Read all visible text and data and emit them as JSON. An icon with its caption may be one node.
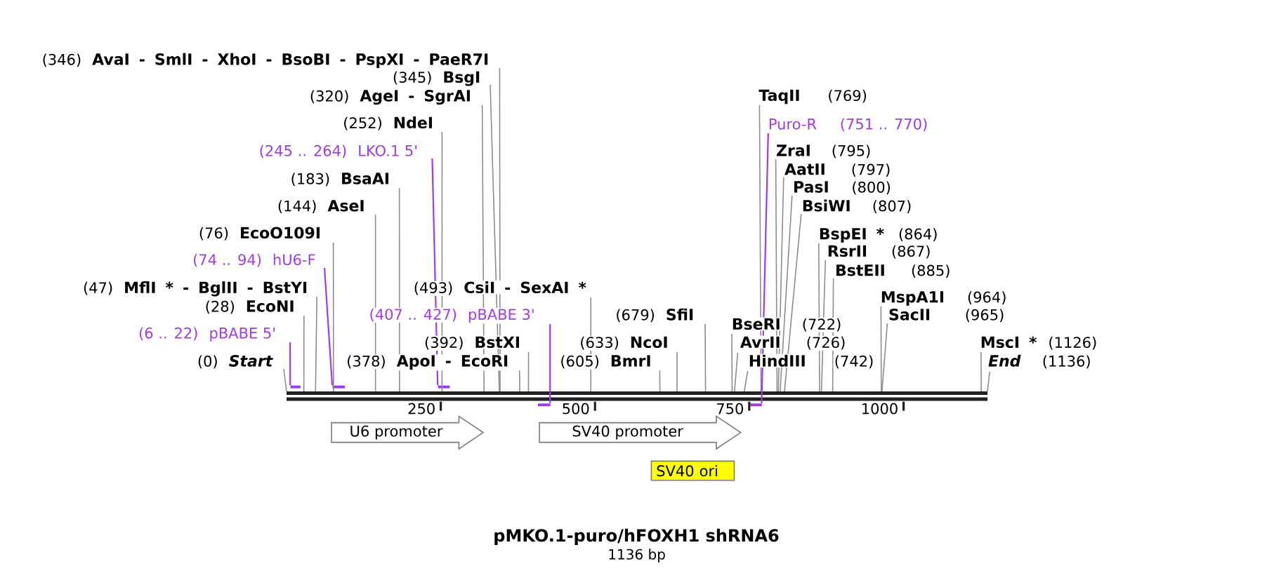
{
  "diagram": {
    "title": "pMKO.1-puro/hFOXH1 shRNA6",
    "nodes": [
      {
        "text": [
          "(346)",
          "AvaI - SmlI - XhoI - BsoBI - PspXI - PaeR7I"
        ]
      },
      {
        "text": [
          "(345)",
          "BsgI"
        ]
      },
      {
        "text": [
          "(320)",
          "AgeI - SgrAI"
        ]
      },
      {
        "text": [
          "TaqII",
          "(769)"
        ]
      },
      {
        "text": [
          "(252)",
          "NdeI"
        ]
      },
      {
        "text": [
          "Puro-R",
          "(751 .. 770)"
        ]
      },
      {
        "text": [
          "(245 .. 264)",
          "LKO.1 5'"
        ]
      },
      {
        "text": [
          "ZraI",
          "(795)"
        ]
      },
      {
        "text": [
          "AatII",
          "(797)"
        ]
      },
      {
        "text": [
          "(183)",
          "BsaAI"
        ]
      },
      {
        "text": [
          "PasI",
          "(800)"
        ]
      },
      {
        "text": [
          "(144)",
          "AseI"
        ]
      },
      {
        "text": [
          "BsiWI",
          "(807)"
        ]
      },
      {
        "text": [
          "(76)",
          "EcoO109I"
        ]
      },
      {
        "text": [
          "BspEI *",
          "(864)"
        ]
      },
      {
        "text": [
          "RsrII",
          "(867)"
        ]
      },
      {
        "text": [
          "(74 .. 94)",
          "hU6-F"
        ]
      },
      {
        "text": [
          "BstEII",
          "(885)"
        ]
      },
      {
        "text": [
          "(47)",
          "MflI * - BglII - BstYI"
        ]
      },
      {
        "text": [
          "(493)",
          "CsiI - SexAI *"
        ]
      },
      {
        "text": [
          "MspA1I",
          "(964)"
        ]
      },
      {
        "text": [
          "(28)",
          "EcoNI"
        ]
      },
      {
        "text": [
          "(407 .. 427)",
          "pBABE 3'"
        ]
      },
      {
        "text": [
          "(679)",
          "SfiI"
        ]
      },
      {
        "text": [
          "SacII",
          "(965)"
        ]
      },
      {
        "text": [
          "BseRI",
          "(722)"
        ]
      },
      {
        "text": [
          "(6 .. 22)",
          "pBABE 5'"
        ]
      },
      {
        "text": [
          "(392)",
          "BstXI"
        ]
      },
      {
        "text": [
          "(633)",
          "NcoI"
        ]
      },
      {
        "text": [
          "AvrII",
          "(726)"
        ]
      },
      {
        "text": [
          "MscI *",
          "(1126)"
        ]
      },
      {
        "text": [
          "(0)",
          "Start"
        ]
      },
      {
        "text": [
          "(378)",
          "ApoI - EcoRI"
        ]
      },
      {
        "text": [
          "(605)",
          "BmrI"
        ]
      },
      {
        "text": [
          "HindIII",
          "(742)"
        ]
      },
      {
        "text": [
          "End",
          "(1136)"
        ]
      },
      {
        "text": [],
        "shape": "bar"
      },
      {
        "text": [],
        "shape": "bar"
      },
      {
        "text": [],
        "shape": "bar"
      },
      {
        "text": [],
        "shape": "bar"
      },
      {
        "text": [],
        "shape": "bar"
      },
      {
        "text": [],
        "shape": "bar"
      },
      {
        "text": [
          "U6 promoter"
        ]
      },
      {
        "text": [
          "SV40 promoter"
        ]
      },
      {
        "text": [
          "SV40 ori"
        ]
      }
    ],
    "edges": [
      {
        "from": 0,
        "to": 36,
        "arrow": "none"
      },
      {
        "from": 1,
        "to": 36,
        "arrow": "none"
      },
      {
        "from": 2,
        "to": 36,
        "arrow": "none"
      },
      {
        "from": 3,
        "to": 36,
        "arrow": "none"
      },
      {
        "from": 4,
        "to": 36,
        "arrow": "none"
      },
      {
        "from": 5,
        "to": 41,
        "arrow": "none",
        "color": "#a03ce6"
      },
      {
        "from": 6,
        "to": 39,
        "arrow": "none",
        "color": "#a03ce6"
      },
      {
        "from": 7,
        "to": 36,
        "arrow": "none"
      },
      {
        "from": 8,
        "to": 36,
        "arrow": "none"
      },
      {
        "from": 9,
        "to": 36,
        "arrow": "none"
      },
      {
        "from": 10,
        "to": 36,
        "arrow": "none"
      },
      {
        "from": 11,
        "to": 36,
        "arrow": "none"
      },
      {
        "from": 12,
        "to": 36,
        "arrow": "none"
      },
      {
        "from": 13,
        "to": 36,
        "arrow": "none"
      },
      {
        "from": 14,
        "to": 36,
        "arrow": "none"
      },
      {
        "from": 15,
        "to": 36,
        "arrow": "none"
      },
      {
        "from": 16,
        "to": 38,
        "arrow": "none",
        "color": "#a03ce6"
      },
      {
        "from": 17,
        "to": 36,
        "arrow": "none"
      },
      {
        "from": 18,
        "to": 36,
        "arrow": "none"
      },
      {
        "from": 19,
        "to": 36,
        "arrow": "none"
      },
      {
        "from": 20,
        "to": 36,
        "arrow": "none"
      },
      {
        "from": 21,
        "to": 36,
        "arrow": "none"
      },
      {
        "from": 22,
        "to": 40,
        "arrow": "none",
        "color": "#a03ce6"
      },
      {
        "from": 23,
        "to": 36,
        "arrow": "none"
      },
      {
        "from": 24,
        "to": 36,
        "arrow": "none"
      },
      {
        "from": 25,
        "to": 36,
        "arrow": "none"
      },
      {
        "from": 26,
        "to": 37,
        "arrow": "none",
        "color": "#a03ce6"
      },
      {
        "from": 27,
        "to": 36,
        "arrow": "none"
      },
      {
        "from": 28,
        "to": 36,
        "arrow": "none"
      },
      {
        "from": 29,
        "to": 36,
        "arrow": "none"
      },
      {
        "from": 30,
        "to": 36,
        "arrow": "none"
      },
      {
        "from": 31,
        "to": 36,
        "arrow": "none"
      },
      {
        "from": 32,
        "to": 36,
        "arrow": "none"
      },
      {
        "from": 33,
        "to": 36,
        "arrow": "none"
      },
      {
        "from": 34,
        "to": 36,
        "arrow": "none"
      },
      {
        "from": 35,
        "to": 36,
        "arrow": "none"
      }
    ],
    "labels": [
      "250",
      "500",
      "750",
      "1000",
      "1136 bp"
    ]
  }
}
